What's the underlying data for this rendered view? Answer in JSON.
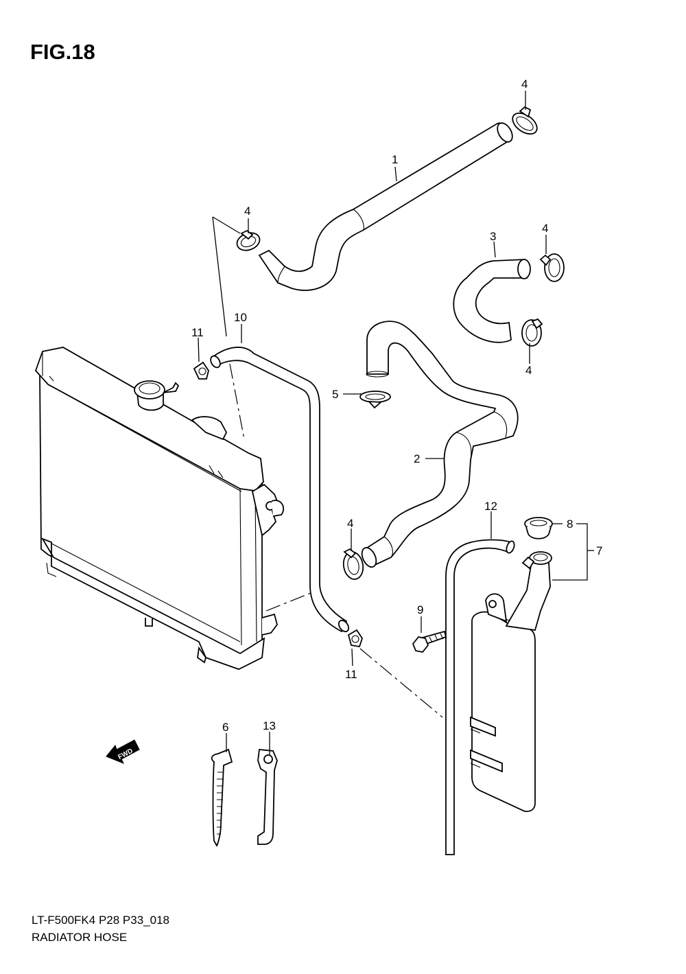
{
  "figure": {
    "title": "FIG.18",
    "model_code": "LT-F500FK4 P28 P33_018",
    "name": "RADIATOR HOSE",
    "fwd_label": "FWD"
  },
  "callouts": [
    {
      "id": "c1",
      "label": "1"
    },
    {
      "id": "c2",
      "label": "2"
    },
    {
      "id": "c3",
      "label": "3"
    },
    {
      "id": "c4a",
      "label": "4"
    },
    {
      "id": "c4b",
      "label": "4"
    },
    {
      "id": "c4c",
      "label": "4"
    },
    {
      "id": "c4d",
      "label": "4"
    },
    {
      "id": "c4e",
      "label": "4"
    },
    {
      "id": "c5",
      "label": "5"
    },
    {
      "id": "c6",
      "label": "6"
    },
    {
      "id": "c7",
      "label": "7"
    },
    {
      "id": "c8",
      "label": "8"
    },
    {
      "id": "c9",
      "label": "9"
    },
    {
      "id": "c10",
      "label": "10"
    },
    {
      "id": "c11a",
      "label": "11"
    },
    {
      "id": "c11b",
      "label": "11"
    },
    {
      "id": "c12",
      "label": "12"
    },
    {
      "id": "c13",
      "label": "13"
    }
  ]
}
